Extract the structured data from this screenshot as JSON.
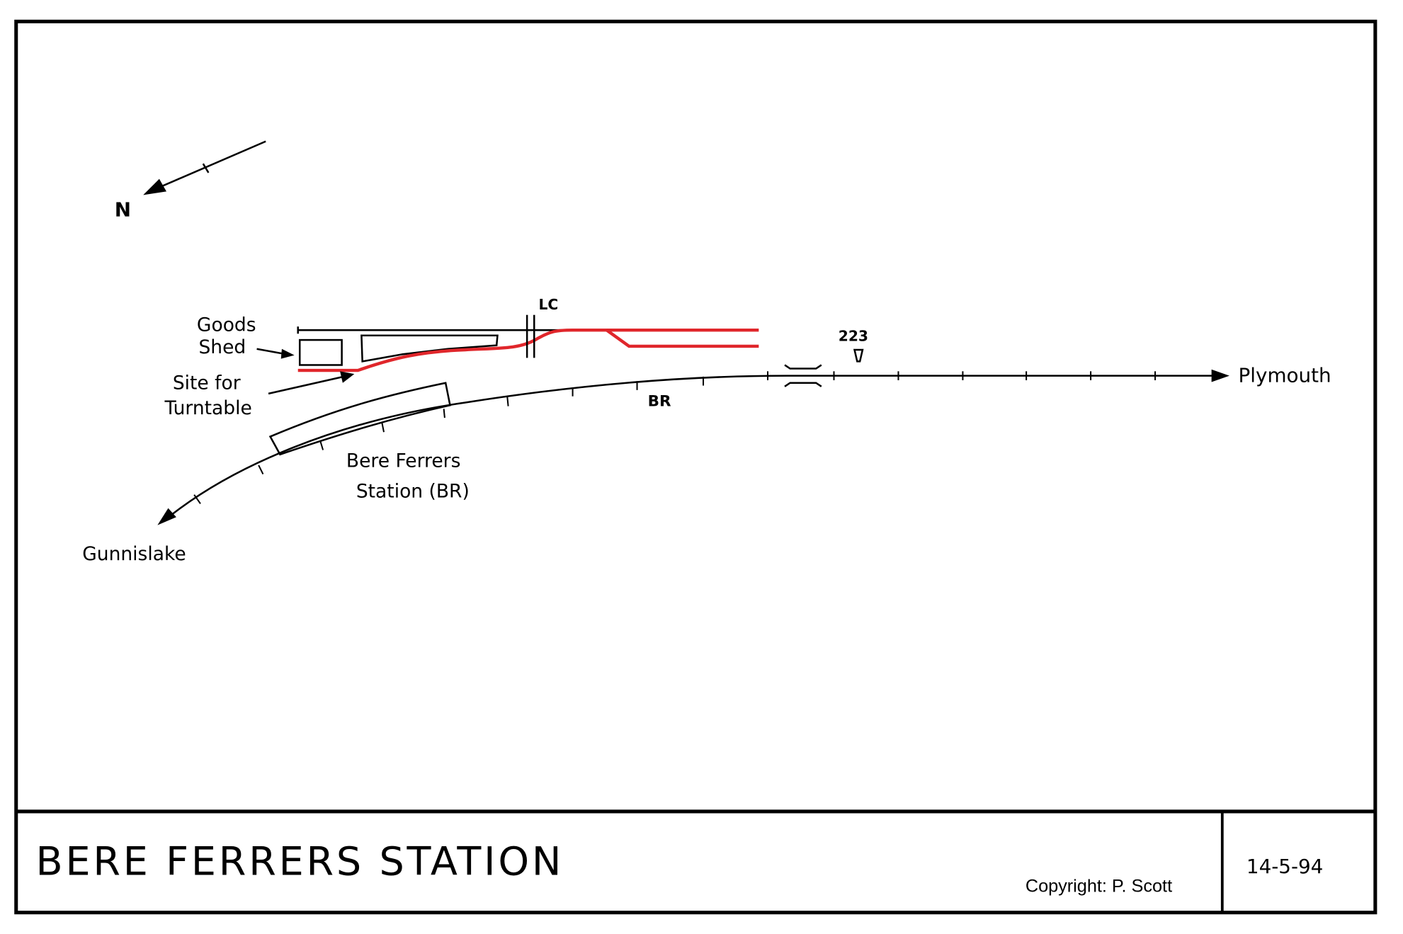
{
  "diagram": {
    "north_label": "N",
    "goods_shed_label": [
      "Goods",
      "Shed"
    ],
    "turntable_label": [
      "Site for",
      "Turntable"
    ],
    "lc_label": "LC",
    "br_label": "BR",
    "milepost_label": "223",
    "plymouth_label": "Plymouth",
    "gunnislake_label": "Gunnislake",
    "station_label": [
      "Bere Ferrers",
      "Station (BR)"
    ],
    "colors": {
      "preserved_track": "#e0262b",
      "ink": "#000000"
    }
  },
  "title_block": {
    "title": "BERE FERRERS STATION",
    "copyright": "Copyright: P. Scott",
    "date": "14-5-94"
  }
}
